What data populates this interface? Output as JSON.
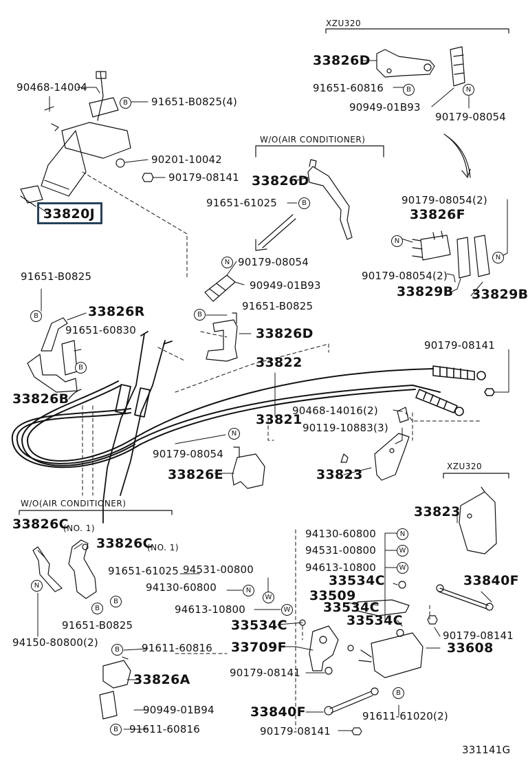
{
  "labels": {
    "xzu320_top": "XZU320",
    "wo_ac_1": "W/O(AIR CONDITIONER)",
    "wo_ac_2": "W/O(AIR CONDITIONER)",
    "xzu320_right": "XZU320",
    "p90468_14004": "90468-14004",
    "p91651_b0825_4": "91651-B0825(4)",
    "p90201_10042": "90201-10042",
    "p90179_08141_a": "90179-08141",
    "p33820j": "33820J",
    "p33826d_top": "33826D",
    "p91651_60816": "91651-60816",
    "p90949_01b93_a": "90949-01B93",
    "p90179_08054_a": "90179-08054",
    "p33826d_mid": "33826D",
    "p91651_61025": "91651-61025",
    "p90179_08054_2a": "90179-08054(2)",
    "p33826f": "33826F",
    "p90179_08054_2b": "90179-08054(2)",
    "p33829b_a": "33829B",
    "p33829b_b": "33829B",
    "p90179_08054_b": "90179-08054",
    "p90949_01b93_b": "90949-01B93",
    "p91651_b0825_b": "91651-B0825",
    "p33826d_low": "33826D",
    "p91651_b0825_top": "91651-B0825",
    "p33826r": "33826R",
    "p91651_60830": "91651-60830",
    "p33826b": "33826B",
    "p33822": "33822",
    "p33821": "33821",
    "p90179_08141_b": "90179-08141",
    "p90468_14016": "90468-14016(2)",
    "p90119_10883": "90119-10883(3)",
    "p90179_08054_c": "90179-08054",
    "p33826e": "33826E",
    "p33823_a": "33823",
    "p33823_b": "33823",
    "p33826c_1a": "33826C",
    "p33826c_1a_no": "(NO. 1)",
    "p33826c_1b": "33826C",
    "p33826c_1b_no": "(NO. 1)",
    "p91651_61025_b": "91651-61025",
    "p94531_00800_a": "94531-00800",
    "p94130_60800_a": "94130-60800",
    "p94613_10800_a": "94613-10800",
    "p94130_60800_b": "94130-60800",
    "p94531_00800_b": "94531-00800",
    "p94613_10800_b": "94613-10800",
    "p33534c_a": "33534C",
    "p33509": "33509",
    "p33534c_b": "33534C",
    "p33534c_c": "33534C",
    "p33534c_d": "33534C",
    "p33840f_a": "33840F",
    "p90179_08141_c": "90179-08141",
    "p33709f": "33709F",
    "p33608": "33608",
    "p90179_08141_d": "90179-08141",
    "p91651_b0825_c": "91651-B0825",
    "p94150_80800": "94150-80800(2)",
    "p91611_60816_a": "91611-60816",
    "p33826a": "33826A",
    "p90949_01b94": "90949-01B94",
    "p91611_60816_b": "91611-60816",
    "p33840f_b": "33840F",
    "p91611_61020": "91611-61020(2)",
    "p90179_08141_e": "90179-08141",
    "figure_no": "331141G"
  },
  "badges": {
    "b": "B",
    "n": "N",
    "w": "W"
  },
  "colors": {
    "ink": "#111111",
    "highlight": "#26415c"
  }
}
